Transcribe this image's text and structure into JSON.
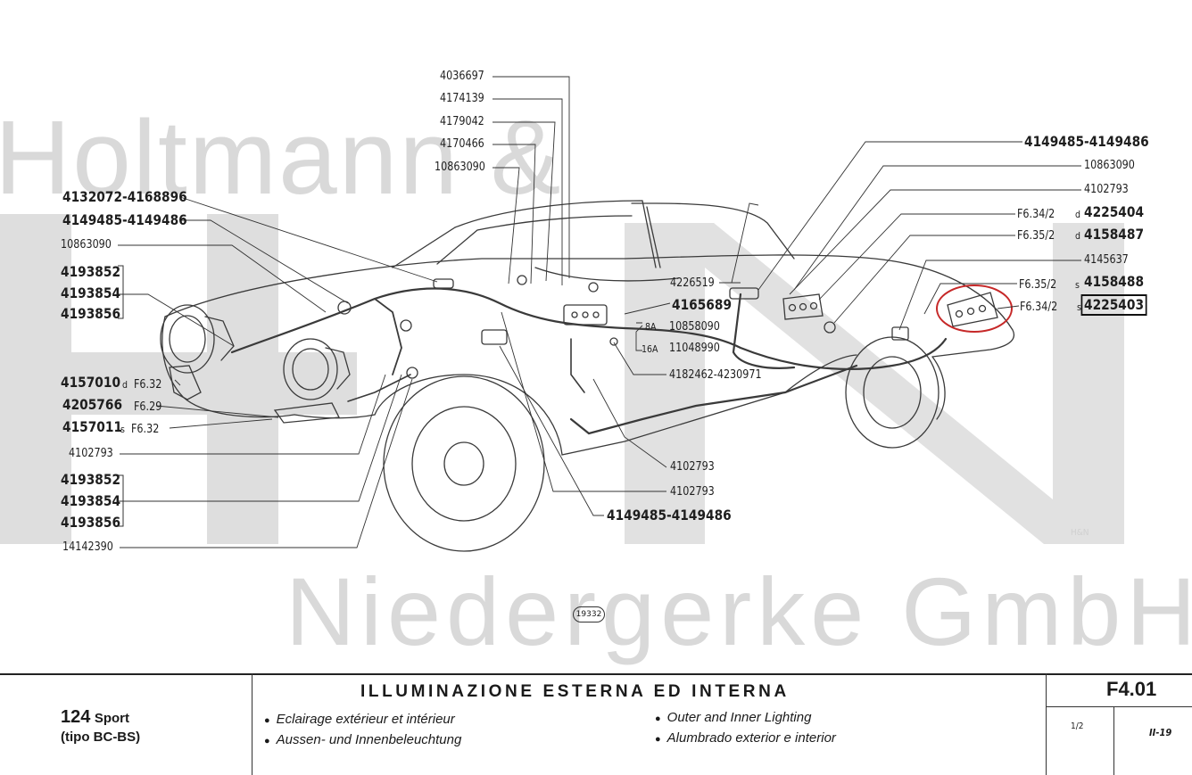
{
  "watermark": {
    "top": "Holtmann &",
    "bottom": "Niedergerke GmbH",
    "logo": "H&N"
  },
  "diagram_ref": "19332",
  "labels": {
    "l01": "4036697",
    "l02": "4174139",
    "l03": "4179042",
    "l04": "4170466",
    "l05": "10863090",
    "l06": "4132072-4168896",
    "l07": "4149485-4149486",
    "l08": "10863090",
    "l09": "4193852",
    "l10": "4193854",
    "l11": "4193856",
    "l12": "4157010",
    "l12s": "d",
    "l12f": "F6.32",
    "l13": "4205766",
    "l13f": "F6.29",
    "l14": "4157011",
    "l14s": "s",
    "l14f": "F6.32",
    "l15": "4102793",
    "l16": "4193852",
    "l17": "4193854",
    "l18": "4193856",
    "l19": "14142390",
    "r01": "4149485-4149486",
    "r02": "10863090",
    "r03": "4102793",
    "r04f": "F6.34/2",
    "r04s": "d",
    "r04": "4225404",
    "r05f": "F6.35/2",
    "r05s": "d",
    "r05": "4158487",
    "r06": "4145637",
    "r07f": "F6.35/2",
    "r07s": "s",
    "r07": "4158488",
    "r08f": "F6.34/2",
    "r08s": "s",
    "r08": "4225403",
    "c01": "4226519",
    "c02": "4165689",
    "c03a": "8A",
    "c03": "10858090",
    "c04a": "16A",
    "c04": "11048990",
    "c05": "4182462-4230971",
    "c06": "4102793",
    "c07": "4102793",
    "c08": "4149485-4149486"
  },
  "footer": {
    "model_name": "124",
    "model_suffix": "Sport",
    "model_type": "(tipo BC-BS)",
    "title": "ILLUMINAZIONE ESTERNA ED INTERNA",
    "lang_fr": "Eclairage extérieur et intérieur",
    "lang_de": "Aussen- und Innenbeleuchtung",
    "lang_en": "Outer and Inner Lighting",
    "lang_es": "Alumbrado exterior e interior",
    "group_code": "F4.01",
    "sheet": "1/2",
    "page": "II-19"
  },
  "colors": {
    "highlight_circle": "#c62828",
    "watermark": "#d9d9d9",
    "ink": "#1e1e1e"
  }
}
